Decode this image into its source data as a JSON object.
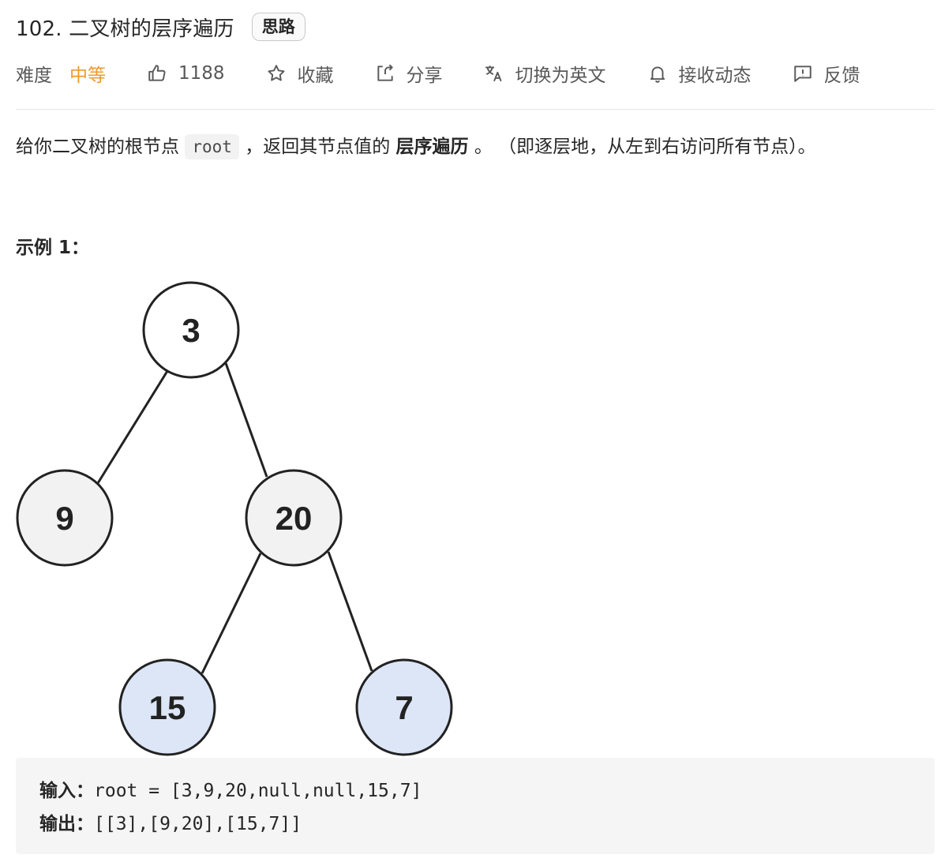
{
  "header": {
    "title": "102. 二叉树的层序遍历",
    "tag": "思路"
  },
  "meta": {
    "difficulty_label": "难度",
    "difficulty_value": "中等",
    "difficulty_color": "#ef9a2f",
    "likes": "1188",
    "collect": "收藏",
    "share": "分享",
    "switch_lang": "切换为英文",
    "notify": "接收动态",
    "feedback": "反馈"
  },
  "description": {
    "part1": "给你二叉树的根节点 ",
    "code": "root",
    "part2": " ，返回其节点值的 ",
    "bold": "层序遍历",
    "part3": " 。 （即逐层地，从左到右访问所有节点）。"
  },
  "example": {
    "title": "示例 1：",
    "input_label": "输入：",
    "input_value": "root = [3,9,20,null,null,15,7]",
    "output_label": "输出：",
    "output_value": "[[3],[9,20],[15,7]]"
  },
  "tree": {
    "nodes": [
      {
        "label": "3",
        "fill": "#ffffff"
      },
      {
        "label": "9",
        "fill": "#f2f2f2"
      },
      {
        "label": "20",
        "fill": "#f2f2f2"
      },
      {
        "label": "15",
        "fill": "#dce6f7"
      },
      {
        "label": "7",
        "fill": "#dce6f7"
      }
    ]
  }
}
